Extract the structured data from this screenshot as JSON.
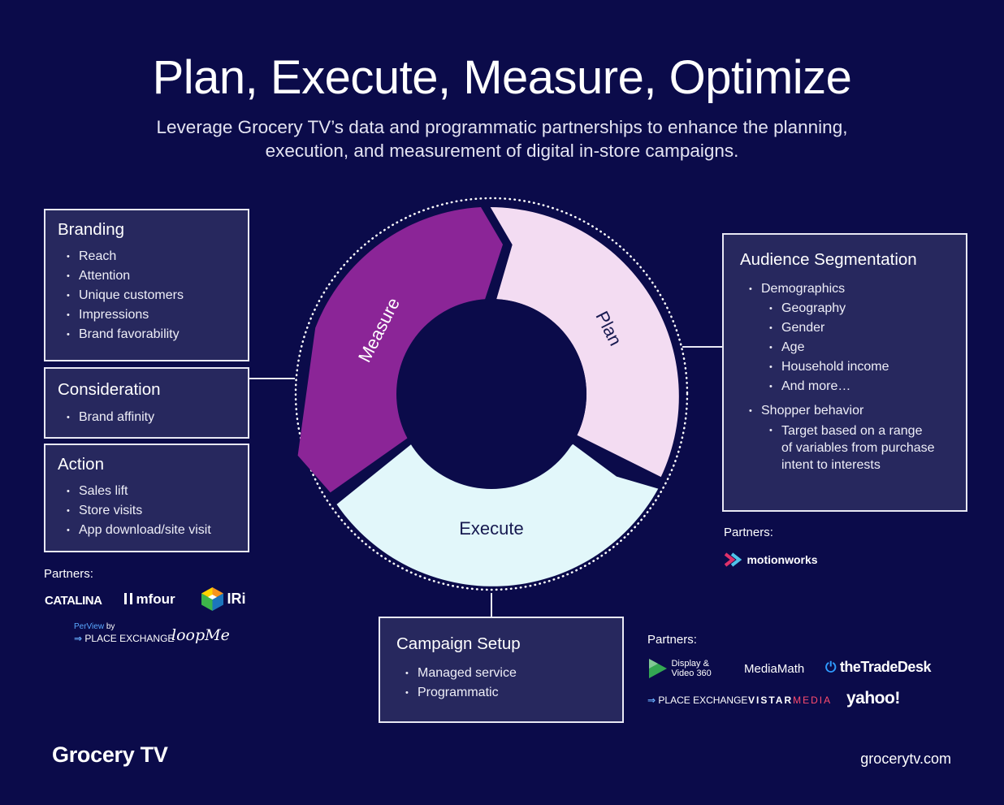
{
  "header": {
    "title": "Plan, Execute, Measure, Optimize",
    "subtitle": "Leverage Grocery TV’s data and programmatic partnerships to enhance the planning, execution, and measurement of digital in-store campaigns."
  },
  "cycle": {
    "segments": [
      {
        "label": "Measure",
        "color": "#8b2597"
      },
      {
        "label": "Plan",
        "color": "#f3dcf2"
      },
      {
        "label": "Execute",
        "color": "#e2f7fa"
      }
    ]
  },
  "left_boxes": [
    {
      "title": "Branding",
      "items": [
        "Reach",
        "Attention",
        "Unique customers",
        "Impressions",
        "Brand favorability"
      ]
    },
    {
      "title": "Consideration",
      "items": [
        "Brand affinity"
      ]
    },
    {
      "title": "Action",
      "items": [
        "Sales lift",
        "Store visits",
        "App download/site visit"
      ]
    }
  ],
  "audience": {
    "title": "Audience Segmentation",
    "demographics": {
      "label": "Demographics",
      "items": [
        "Geography",
        "Gender",
        "Age",
        "Household income",
        "And more…"
      ]
    },
    "shopper": {
      "label": "Shopper behavior",
      "items": [
        "Target based on a range of variables from purchase intent to interests"
      ]
    }
  },
  "setup": {
    "title": "Campaign Setup",
    "items": [
      "Managed service",
      "Programmatic"
    ]
  },
  "partners": {
    "label": "Partners:",
    "left": [
      "CATALINA",
      "mfour",
      "IRi",
      "PerView",
      "by",
      "PLACE EXCHANGE",
      "loopMe"
    ],
    "right": [
      "motionworks"
    ],
    "bottom": [
      "Display &",
      "Video 360",
      "MediaMath",
      "theTradeDesk",
      "PLACE EXCHANGE",
      "VISTAR",
      "MEDIA",
      "yahoo!"
    ]
  },
  "footer": {
    "brand": "Grocery TV",
    "site": "grocerytv.com"
  },
  "colors": {
    "background": "#0b0b4a",
    "box": "#27285e",
    "measure": "#8b2597",
    "plan": "#f3dcf2",
    "execute": "#e2f7fa"
  }
}
